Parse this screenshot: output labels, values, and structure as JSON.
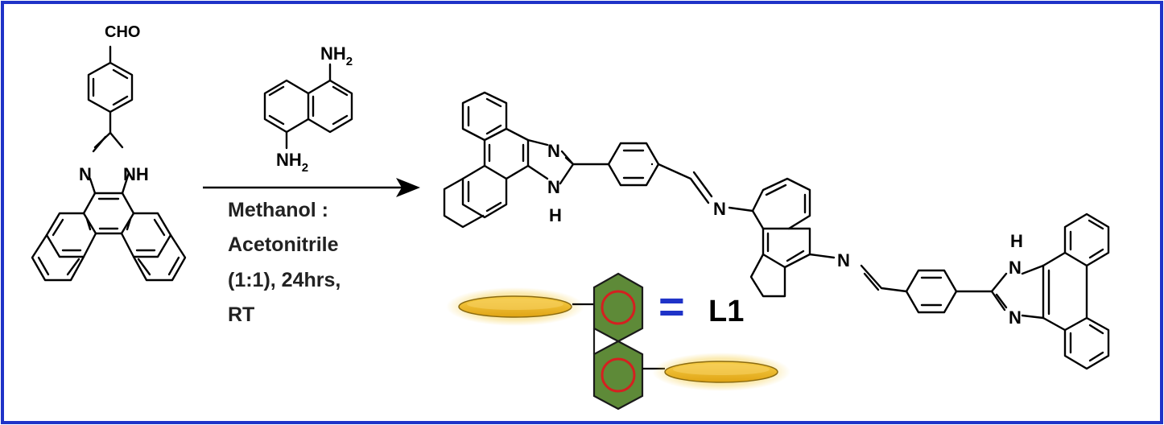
{
  "reagent_labels": {
    "aldehyde": "CHO",
    "imidazole_n": "N",
    "imidazole_nh": "NH",
    "amine_top": "NH",
    "amine_top_sub": "2",
    "amine_bottom": "NH",
    "amine_bottom_sub": "2"
  },
  "conditions": {
    "line1": "Methanol :",
    "line2": "Acetonitrile",
    "line3": "(1:1), 24hrs,",
    "line4": "RT"
  },
  "product_labels": {
    "left_n": "N",
    "left_nh_n": "N",
    "left_nh_h": "H",
    "imine_left_n": "N",
    "imine_right_n": "N",
    "right_nh_h": "H",
    "right_nh_n": "N",
    "right_n": "N"
  },
  "legend": {
    "equals": "=",
    "ligand_name": "L1"
  },
  "colors": {
    "frame": "#1f33c8",
    "equals": "#1f33c8",
    "naphthalene_fill": "#5e8a38",
    "ring_circle": "#d42020",
    "disc_fill": "#f2bb22",
    "disc_glow": "#f7d768"
  }
}
